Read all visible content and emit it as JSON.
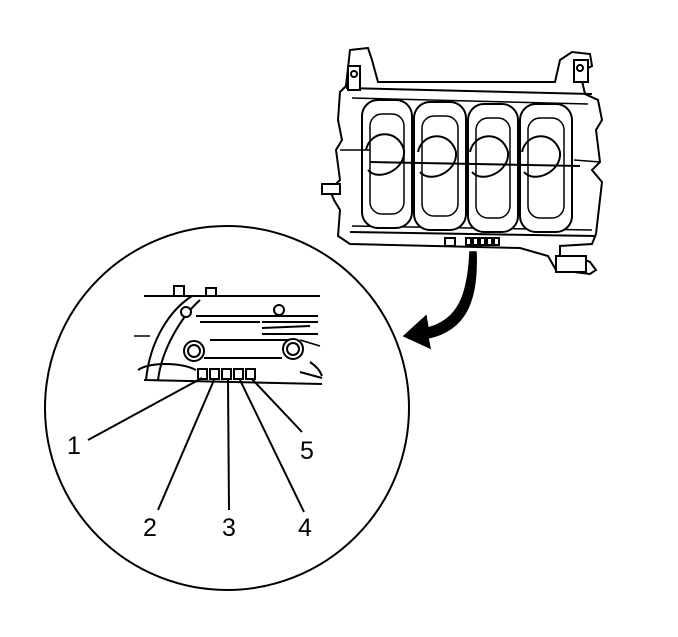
{
  "diagram": {
    "callouts": [
      {
        "id": "1",
        "text": "1"
      },
      {
        "id": "2",
        "text": "2"
      },
      {
        "id": "3",
        "text": "3"
      },
      {
        "id": "4",
        "text": "4"
      },
      {
        "id": "5",
        "text": "5"
      }
    ]
  }
}
